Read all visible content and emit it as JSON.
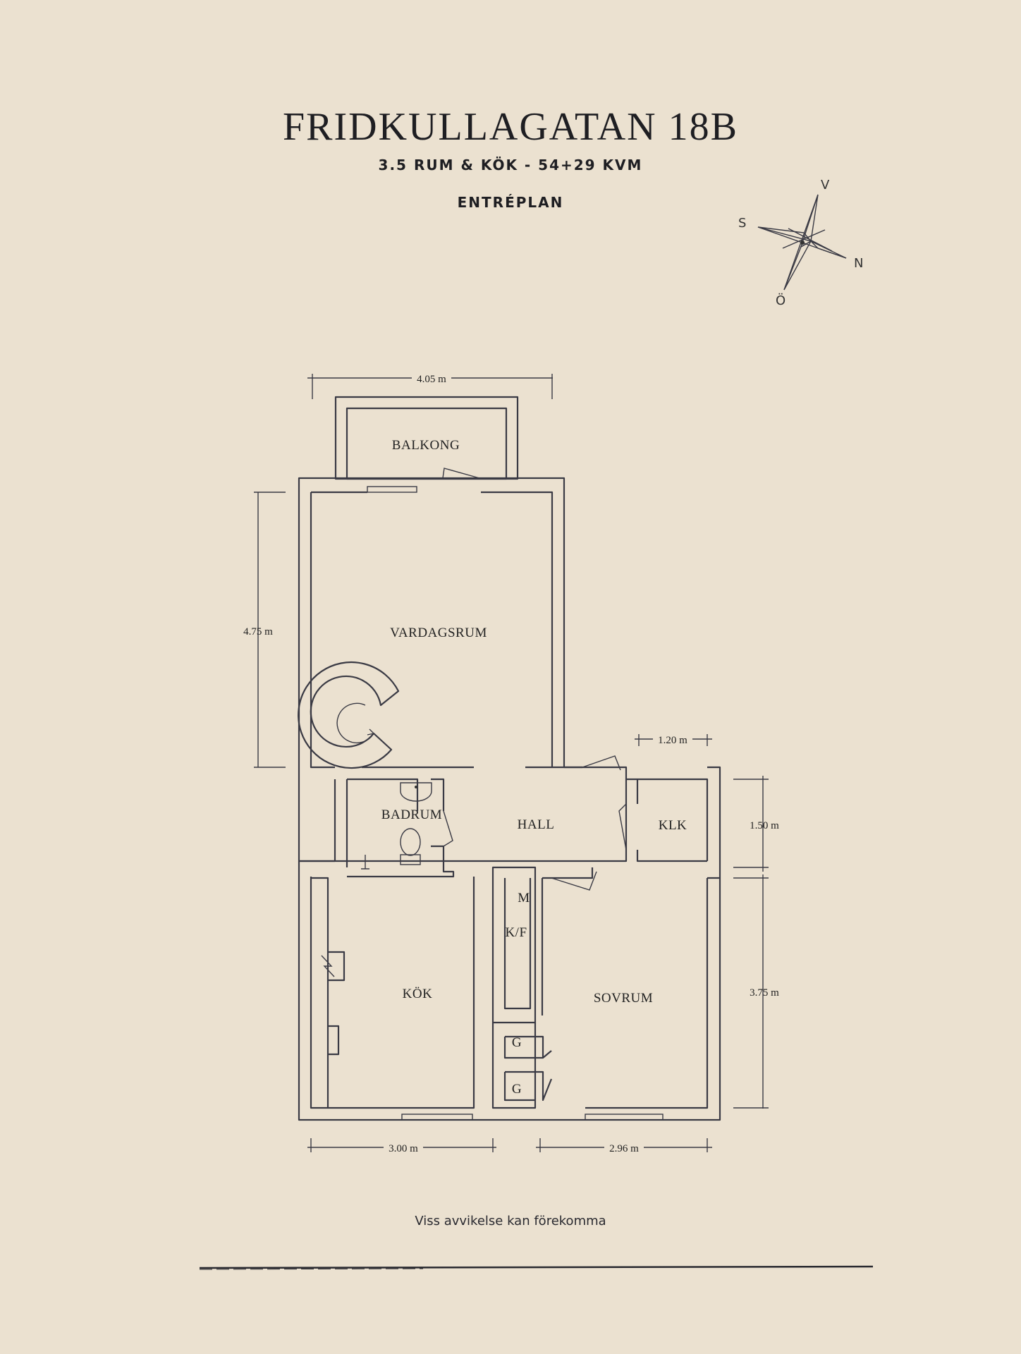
{
  "header": {
    "title": "FRIDKULLAGATAN 18B",
    "subtitle": "3.5 RUM & KÖK   -   54+29 KVM",
    "plan": "ENTRÉPLAN"
  },
  "compass": {
    "west": "V",
    "south": "S",
    "north": "N",
    "east": "Ö"
  },
  "rooms": {
    "balkong": "BALKONG",
    "vardagsrum": "VARDAGSRUM",
    "badrum": "BADRUM",
    "hall": "HALL",
    "klk": "KLK",
    "kok": "KÖK",
    "sovrum": "SOVRUM",
    "m": "M",
    "kf": "K/F",
    "g1": "G",
    "g2": "G"
  },
  "dimensions": {
    "top_width": "4.05 m",
    "left_height": "4.75 m",
    "klk_width": "1.20 m",
    "klk_height": "1.50 m",
    "sovrum_height": "3.75 m",
    "kok_width": "3.00 m",
    "sovrum_width": "2.96 m"
  },
  "footer": {
    "note": "Viss avvikelse kan förekomma"
  },
  "colors": {
    "background": "#ebe1d0",
    "ink": "#3a3a44",
    "text": "#1e1e22"
  }
}
